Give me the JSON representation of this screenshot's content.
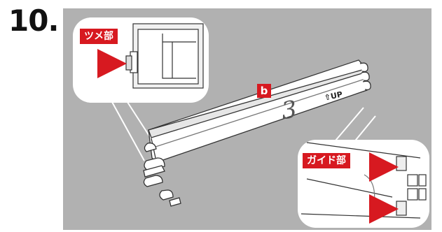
{
  "step": {
    "number": "10."
  },
  "callouts": {
    "tsume_label": "ツメ部",
    "guide_label": "ガイド部",
    "part_label": "b"
  },
  "bracket": {
    "number_label": "3",
    "up_label": "⇧UP"
  },
  "colors": {
    "accent": "#d71920",
    "panel": "#b1b1b1",
    "line": "#333333"
  }
}
